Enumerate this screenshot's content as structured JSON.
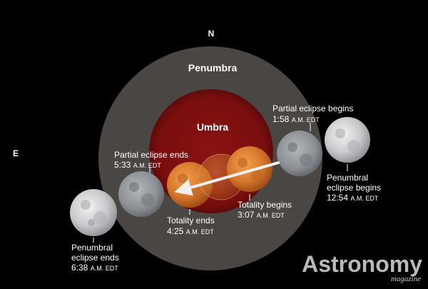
{
  "directions": {
    "north": "N",
    "east": "E"
  },
  "regions": {
    "penumbra": "Penumbra",
    "umbra": "Umbra"
  },
  "events": {
    "partial_begins": {
      "title": "Partial eclipse begins",
      "time": "1:58",
      "suffix": "A.M. EDT"
    },
    "penumbral_begins": {
      "line1": "Penumbral",
      "line2": "eclipse begins",
      "time": "12:54",
      "suffix": "A.M. EDT"
    },
    "totality_begins": {
      "title": "Totality begins",
      "time": "3:07",
      "suffix": "A.M. EDT"
    },
    "partial_ends": {
      "title": "Partial eclipse ends",
      "time": "5:33",
      "suffix": "A.M. EDT"
    },
    "totality_ends": {
      "title": "Totality ends",
      "time": "4:25",
      "suffix": "A.M. EDT"
    },
    "penumbral_ends": {
      "line1": "Penumbral",
      "line2": "eclipse ends",
      "time": "6:38",
      "suffix": "A.M. EDT"
    }
  },
  "brand": {
    "logo": "Astronomy",
    "tagline": "magazine"
  },
  "colors": {
    "background": "#000000",
    "penumbra": "#4a4644",
    "umbra": "#7a0e0e",
    "moon_full": "#cfd0d2",
    "moon_shadowed": "#8a8e93",
    "moon_total": "#d9782e",
    "path_arrow": "#eeeeee"
  }
}
